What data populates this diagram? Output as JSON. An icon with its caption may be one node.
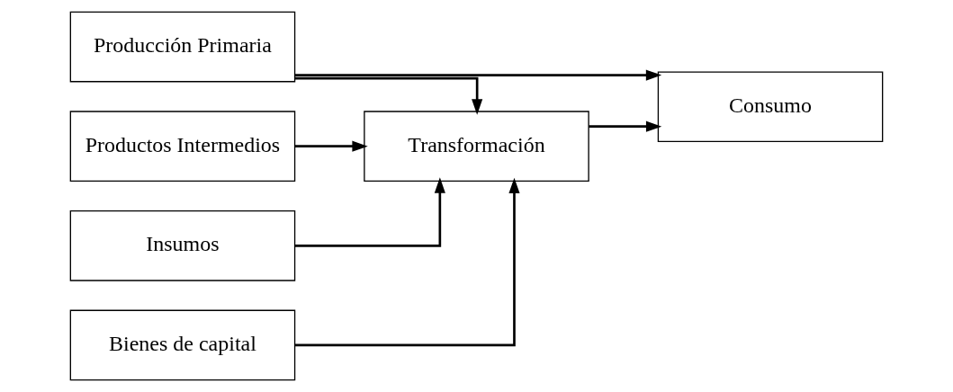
{
  "diagram": {
    "nodes": [
      {
        "text": [
          "Producción Primaria"
        ]
      },
      {
        "text": [
          "Productos Intermedios"
        ]
      },
      {
        "text": [
          "Insumos"
        ]
      },
      {
        "text": [
          "Bienes de capital"
        ]
      },
      {
        "text": [
          "Transformación"
        ]
      },
      {
        "text": [
          "Consumo"
        ]
      }
    ],
    "edges": [
      {
        "from": 0,
        "to": 4,
        "arrow": "to"
      },
      {
        "from": 0,
        "to": 5,
        "arrow": "to"
      },
      {
        "from": 1,
        "to": 4,
        "arrow": "to"
      },
      {
        "from": 2,
        "to": 4,
        "arrow": "to"
      },
      {
        "from": 3,
        "to": 4,
        "arrow": "to"
      },
      {
        "from": 4,
        "to": 5,
        "arrow": "to"
      }
    ]
  }
}
